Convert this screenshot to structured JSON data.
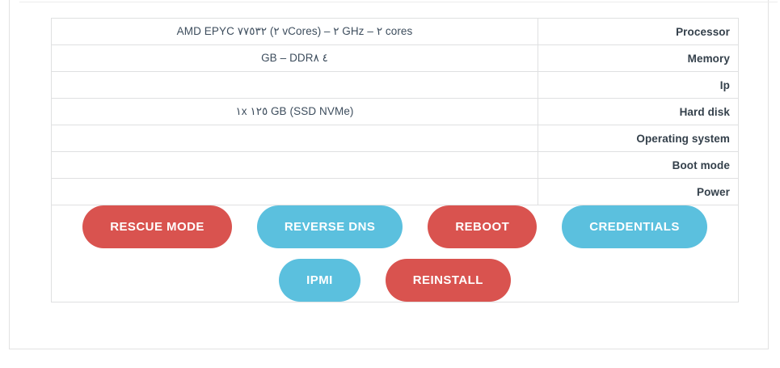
{
  "colors": {
    "danger": "#d9534f",
    "info": "#5bc0de",
    "border": "#dfe0e1",
    "value_text": "#3d4d5d",
    "label_text": "#34404b"
  },
  "specs": {
    "rows": [
      {
        "value": "AMD EPYC ٧٧٥٣٢ (٢ vCores) – ٢ GHz – ٢ cores",
        "label": "Processor"
      },
      {
        "value": "GB – DDR٤ ٨",
        "label": "Memory"
      },
      {
        "value": "",
        "label": "Ip"
      },
      {
        "value": "١x ١٢٥ GB (SSD NVMe)",
        "label": "Hard disk"
      },
      {
        "value": "",
        "label": "Operating system"
      },
      {
        "value": "",
        "label": "Boot mode"
      },
      {
        "value": "",
        "label": "Power"
      }
    ]
  },
  "actions": {
    "rows": [
      [
        {
          "label": "RESCUE MODE",
          "style": "danger",
          "name": "rescue-mode-button"
        },
        {
          "label": "REVERSE DNS",
          "style": "info",
          "name": "reverse-dns-button"
        },
        {
          "label": "REBOOT",
          "style": "danger",
          "name": "reboot-button"
        },
        {
          "label": "CREDENTIALS",
          "style": "info",
          "name": "credentials-button"
        }
      ],
      [
        {
          "label": "IPMI",
          "style": "info",
          "name": "ipmi-button"
        },
        {
          "label": "REINSTALL",
          "style": "danger",
          "name": "reinstall-button"
        }
      ]
    ]
  }
}
